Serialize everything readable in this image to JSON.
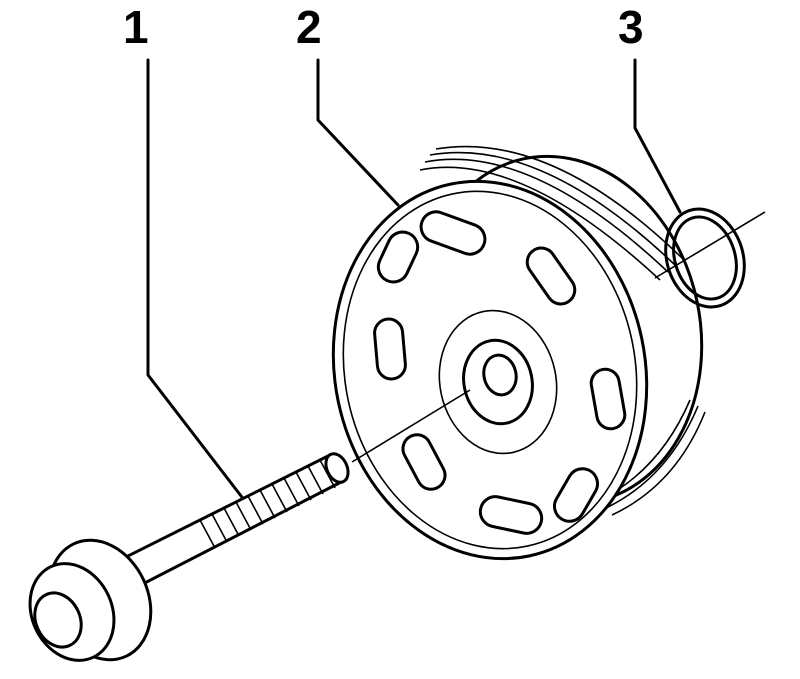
{
  "figure": {
    "callouts": [
      {
        "number": "1",
        "part": "bolt"
      },
      {
        "number": "2",
        "part": "pulley"
      },
      {
        "number": "3",
        "part": "o-ring"
      }
    ]
  }
}
